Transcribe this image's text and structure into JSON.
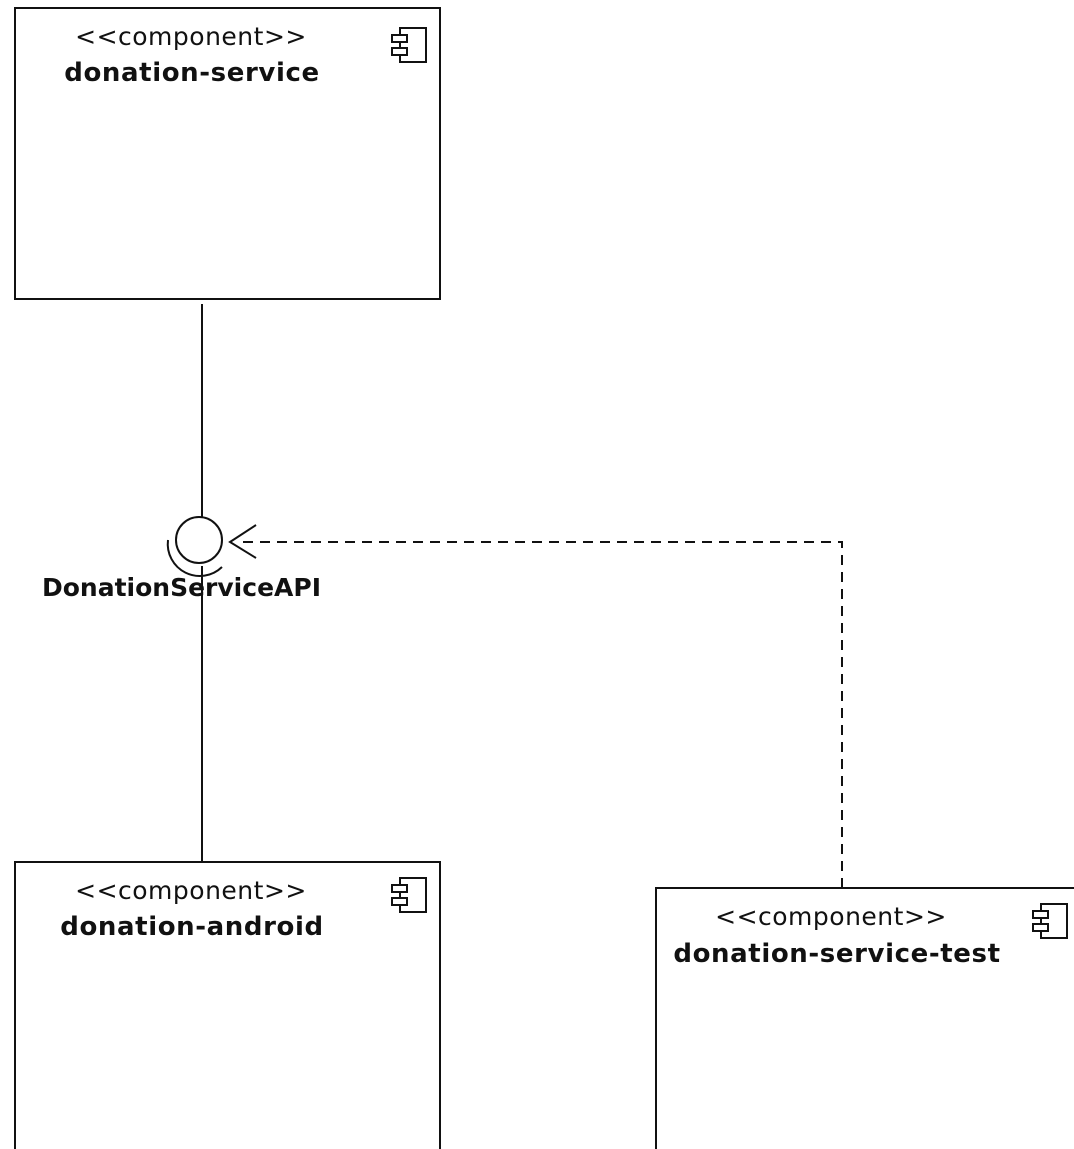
{
  "diagram": {
    "components": [
      {
        "id": "service",
        "stereotype": "<<component>>",
        "name": "donation-service",
        "icon": "component-icon"
      },
      {
        "id": "android",
        "stereotype": "<<component>>",
        "name": "donation-android",
        "icon": "component-icon"
      },
      {
        "id": "test",
        "stereotype": "<<component>>",
        "name": "donation-service-test",
        "icon": "component-icon"
      }
    ],
    "interface": {
      "name": "DonationServiceAPI"
    }
  }
}
